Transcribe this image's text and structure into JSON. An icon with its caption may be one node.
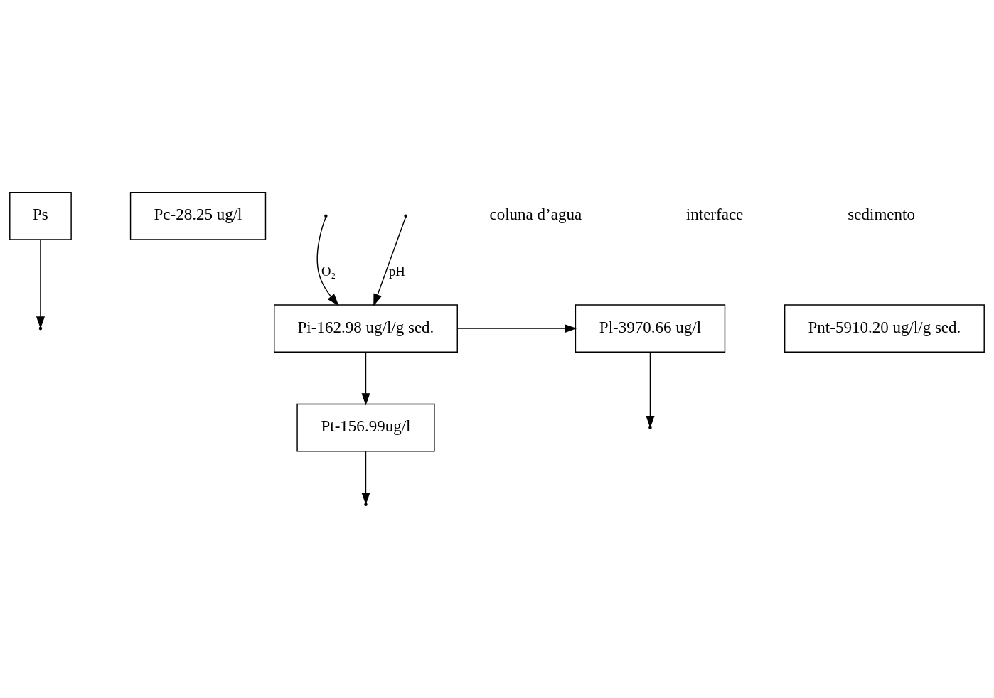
{
  "diagram": {
    "nodes": [
      {
        "text": [
          "Ps"
        ]
      },
      {
        "text": [
          "Pc-28.25 ug/l"
        ]
      },
      {
        "text": [
          "Pt-156.99ug/l"
        ]
      },
      {
        "text": [
          "Pnt-5910.20 ug/l/g sed."
        ]
      },
      {
        "text": [
          "Pi-162.98 ug/l/g sed."
        ]
      },
      {
        "text": [
          "Pl-3970.66 ug/l"
        ]
      }
    ],
    "edges": [
      {
        "from": 0,
        "to": null,
        "arrow": "to"
      },
      {
        "from": 2,
        "to": null,
        "arrow": "to"
      },
      {
        "from": null,
        "to": 4,
        "arrow": "to",
        "label": "O₂"
      },
      {
        "from": null,
        "to": 4,
        "arrow": "to",
        "label": "pH"
      },
      {
        "from": 4,
        "to": 2,
        "arrow": "to"
      },
      {
        "from": 4,
        "to": 5,
        "arrow": "to"
      },
      {
        "from": 5,
        "to": null,
        "arrow": "to"
      }
    ],
    "labels": [
      "coluna d’agua",
      "interface",
      "sedimento"
    ]
  }
}
